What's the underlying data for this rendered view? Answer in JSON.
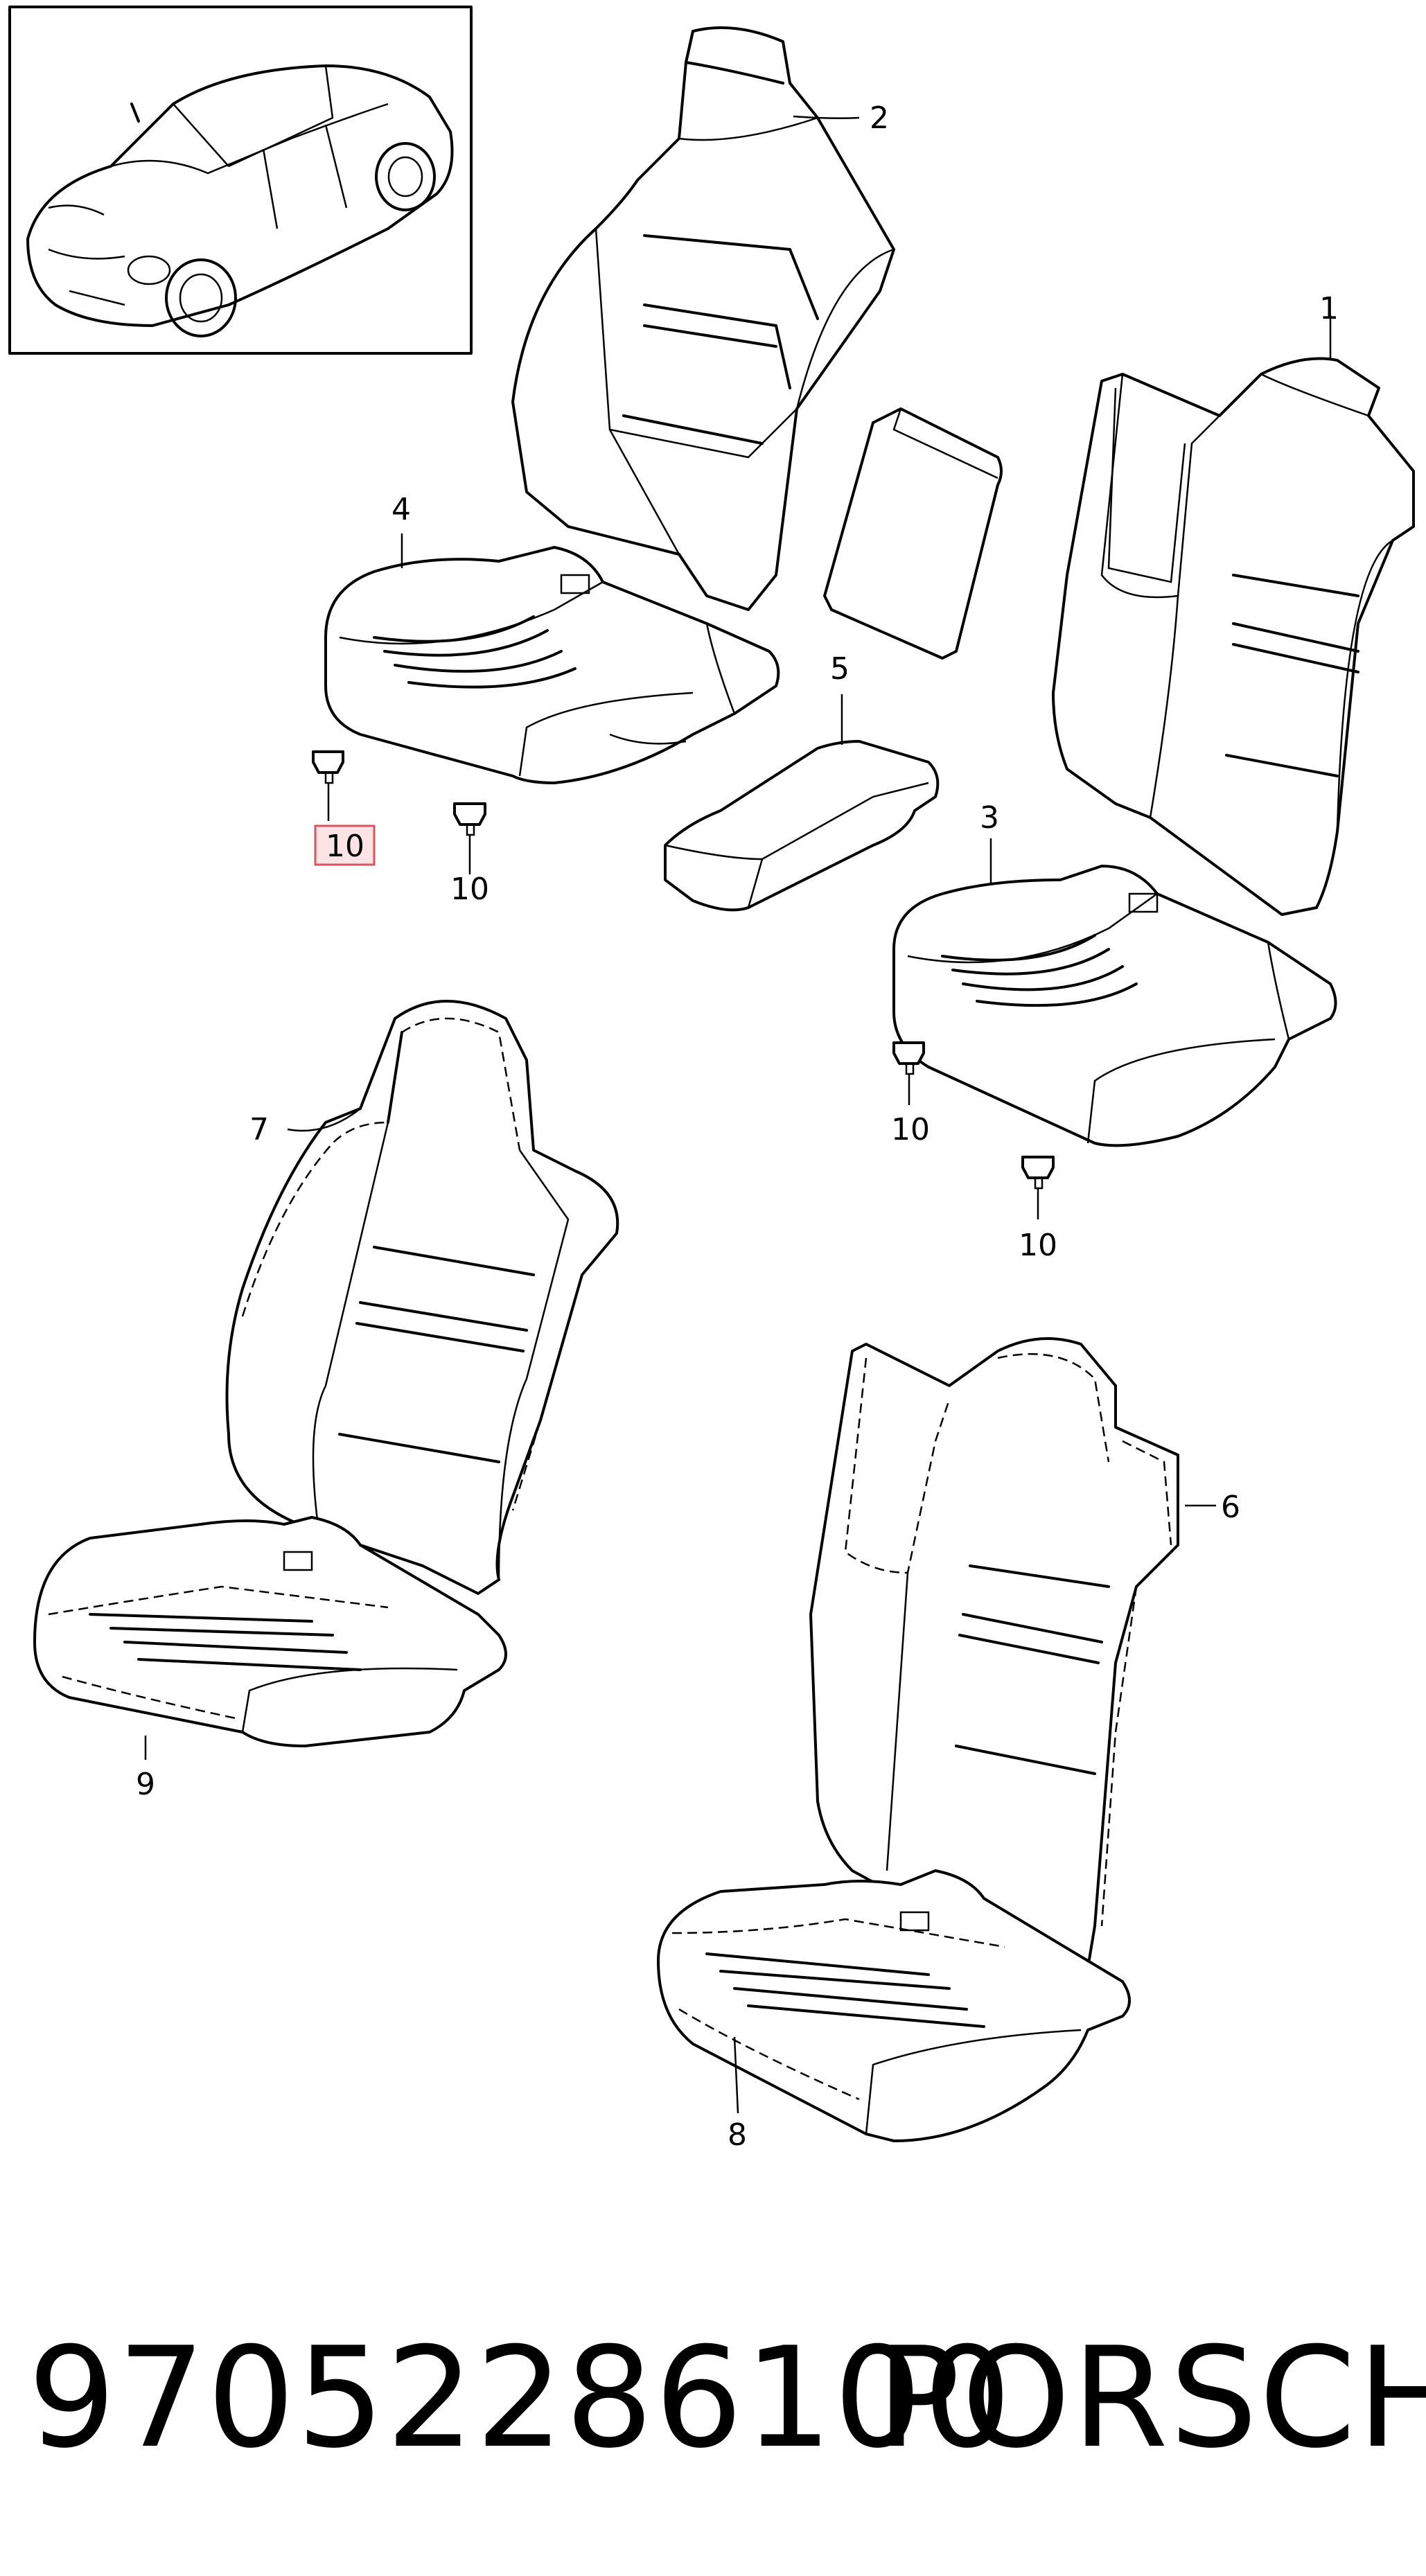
{
  "diagram": {
    "callouts": {
      "c1": "1",
      "c2": "2",
      "c3": "3",
      "c4": "4",
      "c5": "5",
      "c6": "6",
      "c7": "7",
      "c8": "8",
      "c9": "9",
      "c10a": "10",
      "c10b": "10",
      "c10c": "10",
      "c10d": "10"
    },
    "highlighted_callout": "10"
  },
  "footer": {
    "part_number": "97052286100",
    "brand": "PORSCHE"
  },
  "colors": {
    "line": "#000000",
    "background": "#ffffff",
    "highlight_fill": "#fbe3e6",
    "highlight_stroke": "#d9545f"
  }
}
